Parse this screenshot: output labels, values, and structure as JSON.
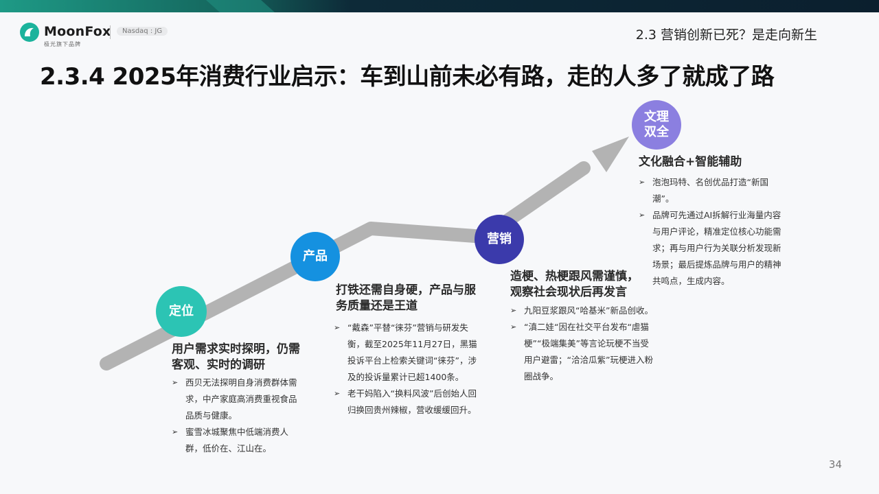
{
  "header": {
    "logo_name": "MoonFox",
    "logo_sub": "极光旗下品牌",
    "nasdaq": "Nasdaq : JG",
    "section_tag": "2.3 营销创新已死？是走向新生"
  },
  "title": "2.3.4 2025年消费行业启示：车到山前未必有路，走的人多了就成了路",
  "stages": [
    {
      "node_label": "定位",
      "color": "#2cc4b4",
      "heading": "用户需求实时探明，仍需客观、实时的调研",
      "bullets": [
        "西贝无法探明自身消费群体需求，中产家庭高消费重视食品品质与健康。",
        "蜜雪冰城聚焦中低端消费人群，低价在、江山在。"
      ]
    },
    {
      "node_label": "产品",
      "color": "#1591e0",
      "heading": "打铁还需自身硬，产品与服务质量还是王道",
      "bullets": [
        "“戴森”平替“徕芬”营销与研发失衡，截至2025年11月27日，黑猫投诉平台上检索关键词“徕芬”，涉及的投诉量累计已超1400条。",
        "老干妈陷入“换料风波”后创始人回归换回贵州辣椒，营收缓缓回升。"
      ]
    },
    {
      "node_label": "营销",
      "color": "#3b3aab",
      "heading": "造梗、热梗跟风需谨慎，观察社会现状后再发言",
      "bullets": [
        "九阳豆浆跟风“哈基米”新品创收。",
        "“滇二娃“因在社交平台发布“虐猫梗”“极端集美”等言论玩梗不当受用户避雷；“洽洽瓜紫”玩梗进入粉圈战争。"
      ]
    },
    {
      "node_label": "文理双全",
      "color": "#8b7fe0",
      "heading": "文化融合+智能辅助",
      "bullets": [
        "泡泡玛特、名创优品打造“新国潮”。",
        "品牌可先通过AI拆解行业海量内容与用户评论，精准定位核心功能需求；再与用户行为关联分析发现新场景；最后提炼品牌与用户的精神共鸣点，生成内容。"
      ]
    }
  ],
  "page_number": "34"
}
